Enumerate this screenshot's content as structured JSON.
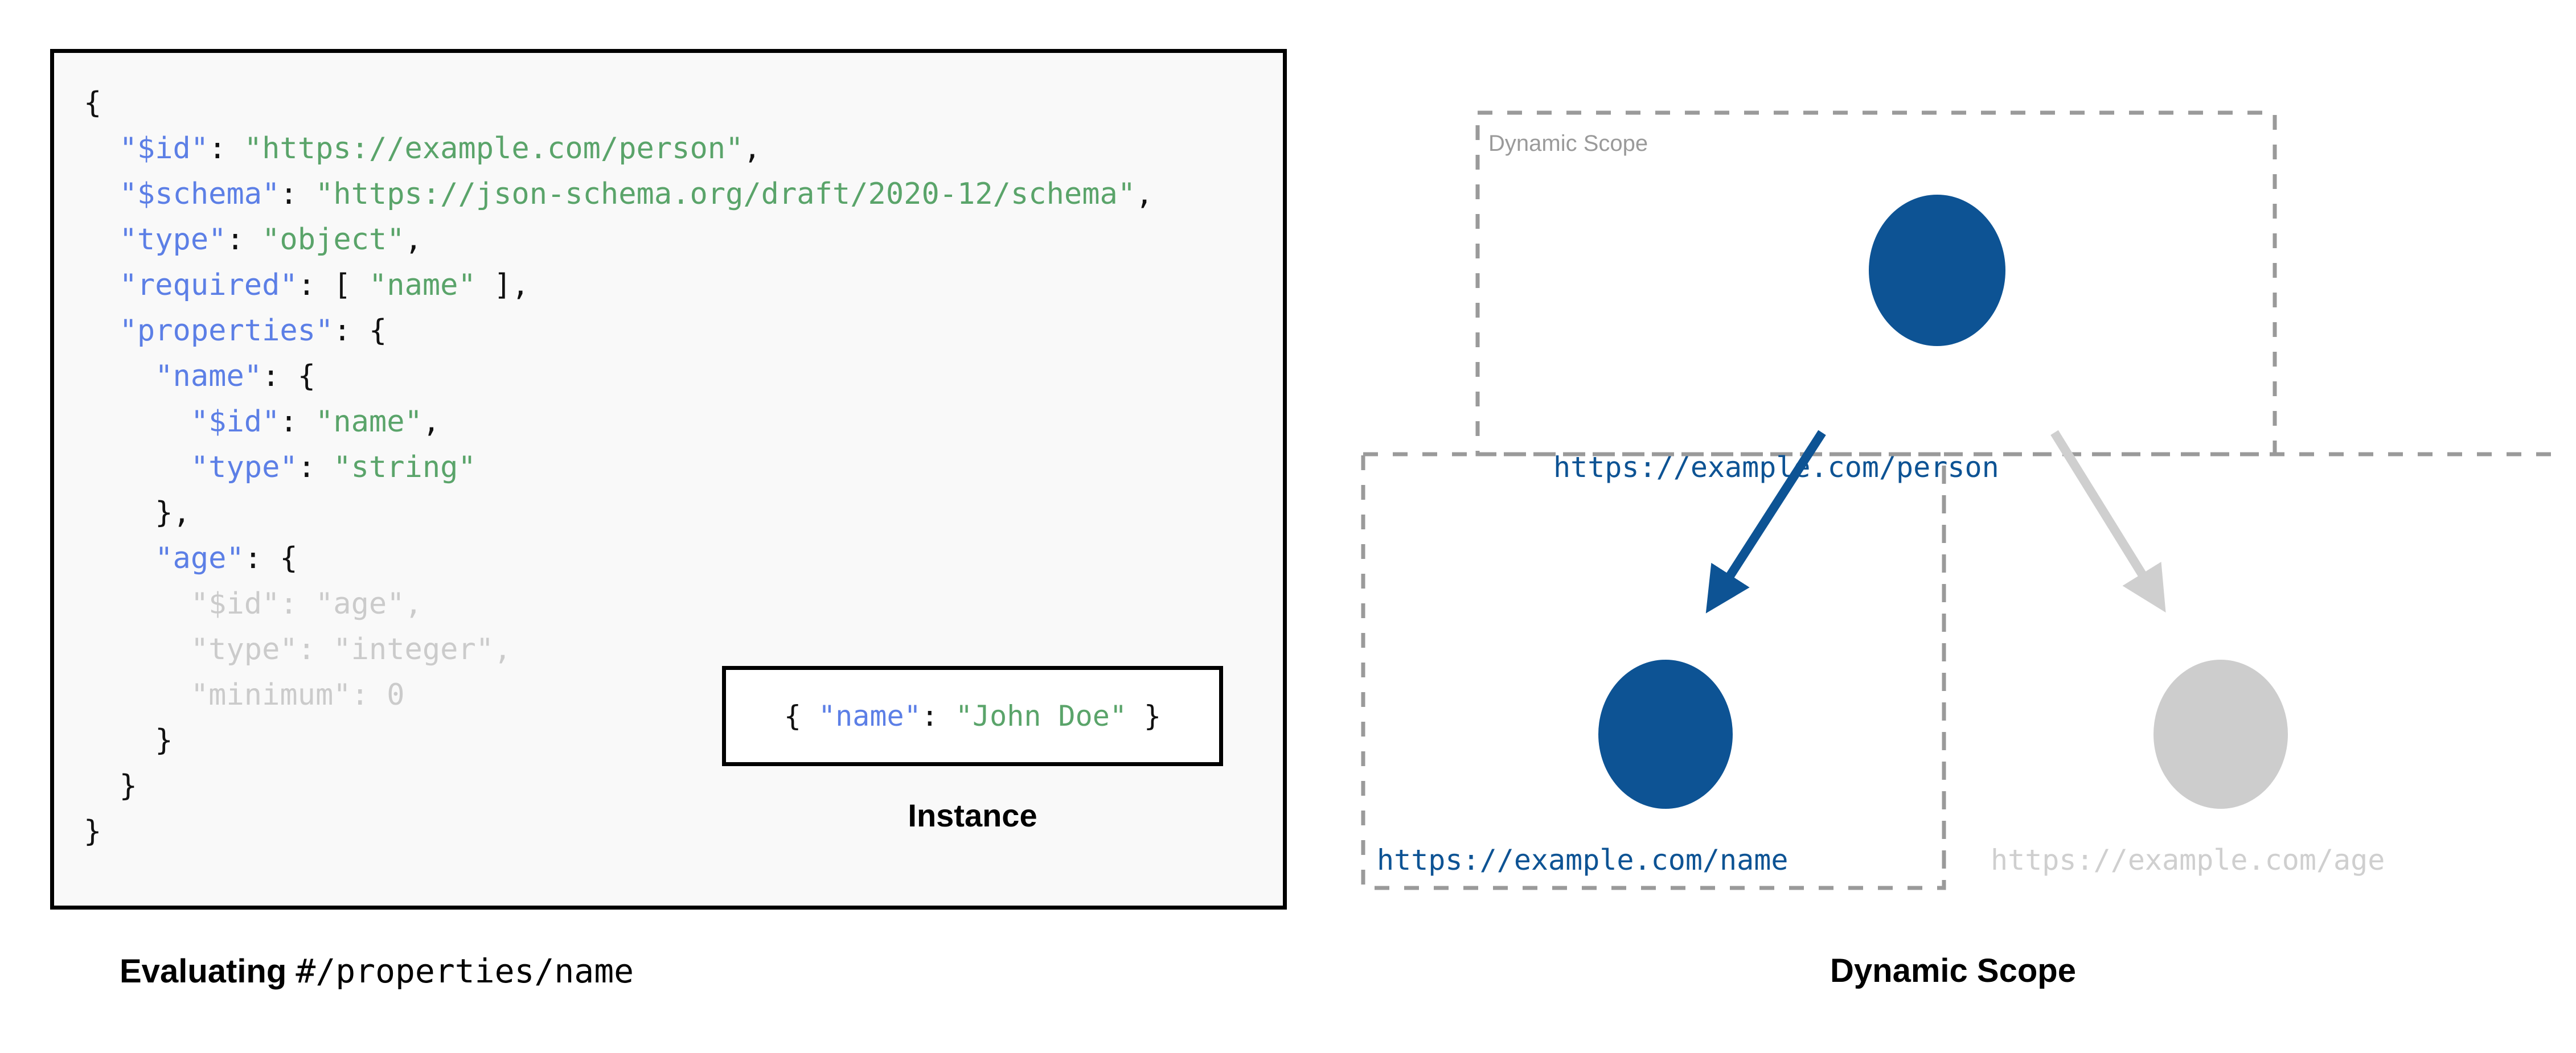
{
  "figure": {
    "left_caption_prefix": "Evaluating ",
    "left_caption_pointer": "#/properties/name",
    "right_caption": "Dynamic Scope"
  },
  "schema_panel": {
    "code_lines": [
      "{",
      "  \"$id\": \"https://example.com/person\",",
      "  \"$schema\": \"https://json-schema.org/draft/2020-12/schema\",",
      "  \"type\": \"object\",",
      "  \"required\": [ \"name\" ],",
      "  \"properties\": {",
      "    \"name\": {",
      "      \"$id\": \"name\",",
      "      \"type\": \"string\"",
      "    },",
      "    \"age\": {",
      "      \"$id\": \"age\",",
      "      \"type\": \"integer\",",
      "      \"minimum\": 0",
      "    }",
      "  }",
      "}"
    ],
    "keys": {
      "id": "$id",
      "schema": "$schema",
      "type": "type",
      "required": "required",
      "properties": "properties",
      "name": "name",
      "age": "age",
      "minimum": "minimum"
    },
    "values": {
      "person_id": "https://example.com/person",
      "schema_uri": "https://json-schema.org/draft/2020-12/schema",
      "type_object": "object",
      "required_name": "name",
      "name_id": "name",
      "name_type": "string",
      "age_id": "age",
      "age_type": "integer",
      "age_minimum": "0"
    }
  },
  "instance": {
    "code": "{ \"name\": \"John Doe\" }",
    "key": "name",
    "value": "John Doe",
    "label": "Instance"
  },
  "diagram": {
    "scope_tag": "Dynamic Scope",
    "nodes": [
      {
        "id": "person",
        "label": "https://example.com/person",
        "state": "active",
        "color": "#0d5394"
      },
      {
        "id": "name",
        "label": "https://example.com/name",
        "state": "active",
        "color": "#0d5394"
      },
      {
        "id": "age",
        "label": "https://example.com/age",
        "state": "faded",
        "color": "#cdcdcd"
      }
    ],
    "edges": [
      {
        "from": "person",
        "to": "name",
        "state": "active",
        "color": "#0d5394"
      },
      {
        "from": "person",
        "to": "age",
        "state": "faded",
        "color": "#cfcfcf"
      }
    ],
    "boxes": [
      {
        "id": "scope-top",
        "label": "Dynamic Scope"
      },
      {
        "id": "scope-name",
        "label": ""
      },
      {
        "id": "scope-age",
        "label": ""
      }
    ]
  },
  "colors": {
    "accent_blue": "#0d5394",
    "muted_grey": "#cdcdcd",
    "dash_grey": "#9a9a9a",
    "key_blue": "#5c7fe6",
    "value_green": "#5aa46a",
    "panel_bg": "#f9f9f9",
    "panel_border": "#000000"
  }
}
